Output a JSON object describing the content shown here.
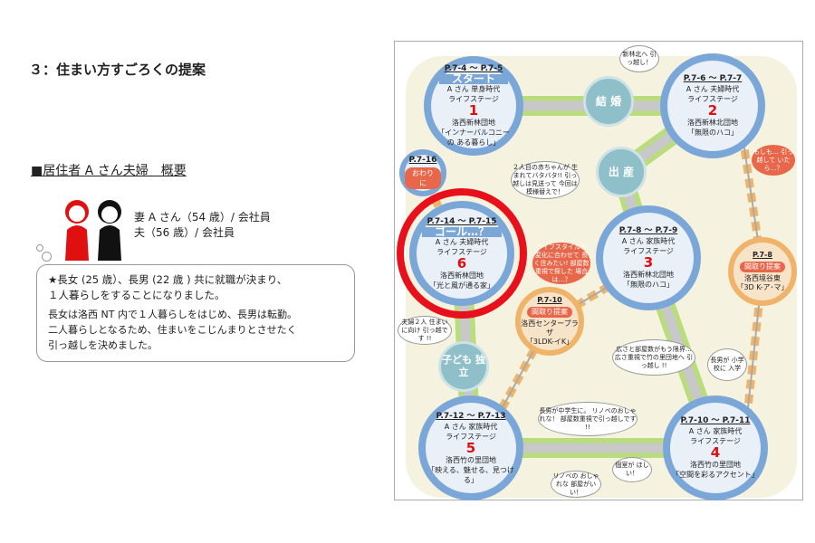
{
  "title": "３：住まい方すごろくの提案",
  "resident": {
    "heading": "■居住者 A さん夫婦　概要",
    "wife": "妻 A さん（54 歳）/ 会社員",
    "husband": "夫（56 歳）/ 会社員",
    "bubble_line1": "★長女 (25 歳）、長男 (22 歳 ) 共に就職が決まり、",
    "bubble_line2": "１人暮らしをすることになりました。",
    "bubble_line3": "長女は洛西 NT 内で１人暮らしをはじめ、長男は転勤。",
    "bubble_line4": "二人暮らしとなるため、住まいをこじんまりとさせたく",
    "bubble_line5": "引っ越しを決めました。"
  },
  "map": {
    "stages": [
      {
        "pages": "P.7-4 ～ P.7-5",
        "banner": "スタート",
        "who": "A さん 単身時代",
        "stage": "ライフステージ",
        "num": "1",
        "place": "洛西新林団地",
        "theme": "「インナーバルコニーの ある暮らし」"
      },
      {
        "pages": "P.7-6 ～ P.7-7",
        "who": "A さん 夫婦時代",
        "stage": "ライフステージ",
        "num": "2",
        "place": "洛西新林北団地",
        "theme": "「無限のハコ」"
      },
      {
        "pages": "P.7-8 ～ P.7-9",
        "who": "A さん 家族時代",
        "stage": "ライフステージ",
        "num": "3",
        "place": "洛西新林北団地",
        "theme": "「無限のハコ」"
      },
      {
        "pages": "P.7-10 ～ P.7-11",
        "who": "A さん 家族時代",
        "stage": "ライフステージ",
        "num": "4",
        "place": "洛西竹の里団地",
        "theme": "「空間を彩るアクセント」"
      },
      {
        "pages": "P.7-12 ～ P.7-13",
        "who": "A さん 家族時代",
        "stage": "ライフステージ",
        "num": "5",
        "place": "洛西竹の里団地",
        "theme": "「映える、魅せる、見つける」"
      },
      {
        "pages": "P.7-14 ～ P.7-15",
        "banner": "ゴール…？",
        "who": "A さん 夫婦時代",
        "stage": "ライフステージ",
        "num": "6",
        "place": "洛西新林団地",
        "theme": "「光と風が通る家」"
      }
    ],
    "end": {
      "pages": "P.7-16",
      "label": "おわりに",
      "dots": "・・・"
    },
    "events": {
      "marriage": "結 婚",
      "birth": "出 産",
      "independence": "子ども 独立"
    },
    "proposals": [
      {
        "pages": "P.7-8",
        "tag": "間取り提案",
        "place": "洛西境谷東",
        "plan": "「3D K-ア･マ」"
      },
      {
        "pages": "P.7-10",
        "tag": "間取り提案",
        "place": "洛西センタープラザ",
        "plan": "「3LDK-イK」"
      }
    ],
    "speech": {
      "move_north": "新林北へ 引っ越し！",
      "baby": "２人目の赤ちゃんが 生まれてバタバタ!! 引っ越しは見送って 今回は模様替えで！",
      "moshimo": "もしも… 引っ越して いたら…？",
      "lifestyle": "ライフスタイルの 変化に合わせて 長く住みたい! 部屋数重視で探した 場合は…？",
      "couple": "夫婦２人 住まいに向け 引っ越です !!",
      "limit": "広さと部屋数がもう限界… 広さ重視で竹の里団地へ 引っ越し !!",
      "school": "長男が 小学校に 入学",
      "junior": "長男が中学生に。 リノベのおしゃれな！ 部屋数重視で引っ越しです !!",
      "private": "個室が ほしい！",
      "renove": "リノベの おしゃれな 部屋がいい！"
    },
    "colors": {
      "circle": "#7ba7d8",
      "accent": "#e01010",
      "road": "#c8c8c8",
      "grass": "#b9dc7c",
      "orange": "#efb46a"
    }
  }
}
